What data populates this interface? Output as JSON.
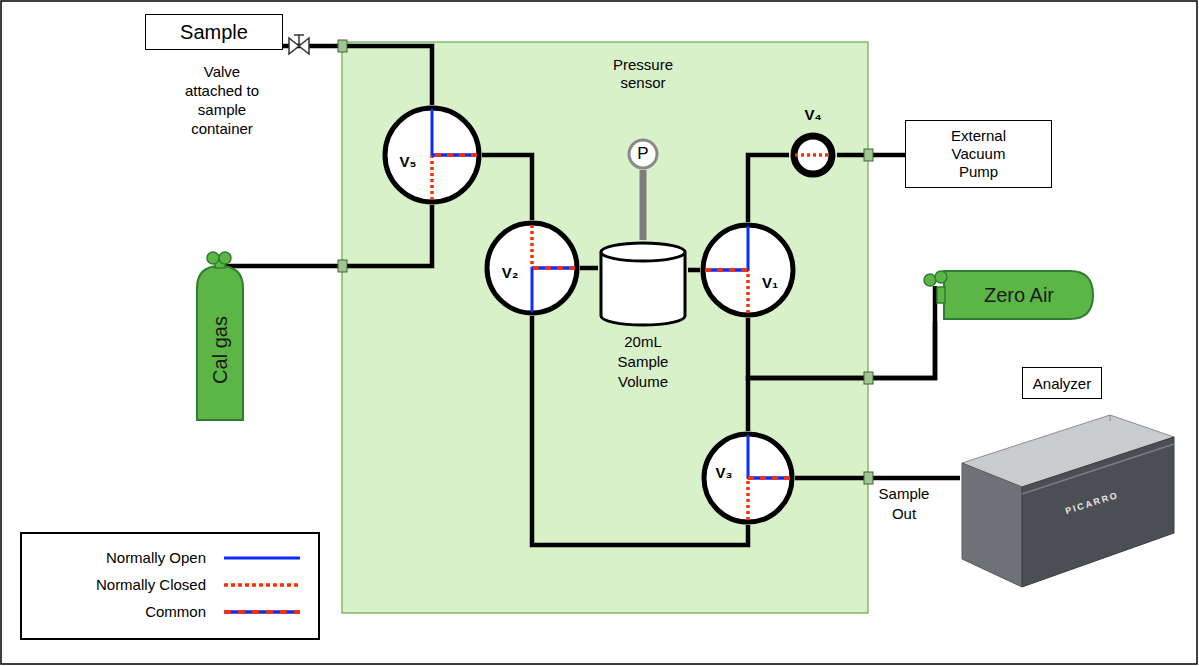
{
  "diagram": {
    "nodes": [
      {
        "text": [
          "Sample"
        ]
      },
      {
        "text": [
          "V₅"
        ]
      },
      {
        "text": [
          "Pressure sensor",
          "P"
        ]
      },
      {
        "text": [
          "V₄"
        ]
      },
      {
        "text": [
          "External Vacuum Pump"
        ]
      },
      {
        "text": [
          "Cal gas"
        ]
      },
      {
        "text": [
          "V₂"
        ]
      },
      {
        "text": [
          "20mL Sample Volume"
        ]
      },
      {
        "text": [
          "V₁"
        ]
      },
      {
        "text": [
          "Zero Air"
        ]
      },
      {
        "text": [
          "Analyzer",
          "PICARRO"
        ]
      },
      {
        "text": [
          "V₃"
        ]
      }
    ],
    "edges": [
      {
        "from": 0,
        "to": 1,
        "arrow": "none"
      },
      {
        "from": 5,
        "to": 1,
        "arrow": "none"
      },
      {
        "from": 1,
        "to": 6,
        "arrow": "none"
      },
      {
        "from": 6,
        "to": 7,
        "arrow": "none"
      },
      {
        "from": 2,
        "to": 7,
        "arrow": "none"
      },
      {
        "from": 7,
        "to": 8,
        "arrow": "none"
      },
      {
        "from": 8,
        "to": 3,
        "arrow": "none"
      },
      {
        "from": 3,
        "to": 4,
        "arrow": "none"
      },
      {
        "from": 9,
        "to": 8,
        "arrow": "none"
      },
      {
        "from": 9,
        "to": 11,
        "arrow": "none"
      },
      {
        "from": 6,
        "to": 11,
        "arrow": "none"
      },
      {
        "from": 11,
        "to": 10,
        "label": "Sample Out",
        "arrow": "none"
      }
    ],
    "labels": [
      "Valve attached to sample container"
    ],
    "legend": [
      {
        "text": "Normally Open"
      },
      {
        "text": "Normally Closed"
      },
      {
        "text": "Common"
      }
    ]
  }
}
